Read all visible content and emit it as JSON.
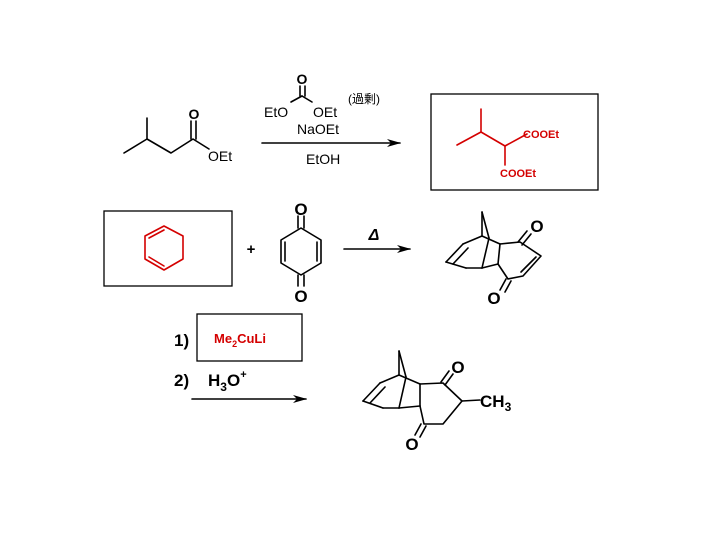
{
  "reaction1": {
    "substrate_carbonyl_o": "O",
    "substrate_ester": "OEt",
    "reagent_carbonyl_o": "O",
    "reagent_left": "EtO",
    "reagent_right": "OEt",
    "reagent_note": "(過剰)",
    "base": "NaOEt",
    "solvent": "EtOH",
    "product_group_1": "COOEt",
    "product_group_2": "COOEt"
  },
  "reaction2": {
    "plus": "+",
    "quinone_top_o": "O",
    "quinone_bottom_o": "O",
    "heat": "Δ",
    "adduct_o1": "O",
    "adduct_o2": "O"
  },
  "reaction3": {
    "step1": "1)",
    "reagent_main": "Me",
    "reagent_sub": "2",
    "reagent_tail": "CuLi",
    "step2": "2)",
    "acid_h": "H",
    "acid_sub": "3",
    "acid_o": "O",
    "acid_sup": "+",
    "product_o1": "O",
    "product_o2": "O",
    "methyl": "CH",
    "methyl_sub": "3"
  },
  "colors": {
    "highlight": "#d40000",
    "ink": "#000000"
  }
}
